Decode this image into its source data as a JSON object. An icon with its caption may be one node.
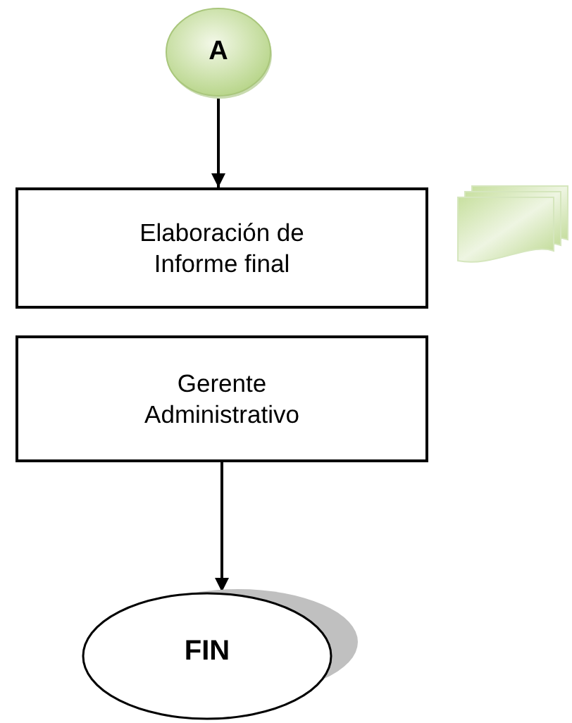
{
  "diagram": {
    "nodes": [
      {
        "text": [
          "A"
        ]
      },
      {
        "text": [
          "Elaboración de Informe final"
        ]
      },
      {
        "text": [],
        "shape": "document"
      },
      {
        "text": [
          "Gerente Administrativo"
        ]
      },
      {
        "text": [
          "FIN"
        ]
      }
    ],
    "edges": [
      {
        "from": 0,
        "to": 1,
        "arrow": "to"
      },
      {
        "from": 3,
        "to": 4,
        "arrow": "to"
      }
    ]
  }
}
